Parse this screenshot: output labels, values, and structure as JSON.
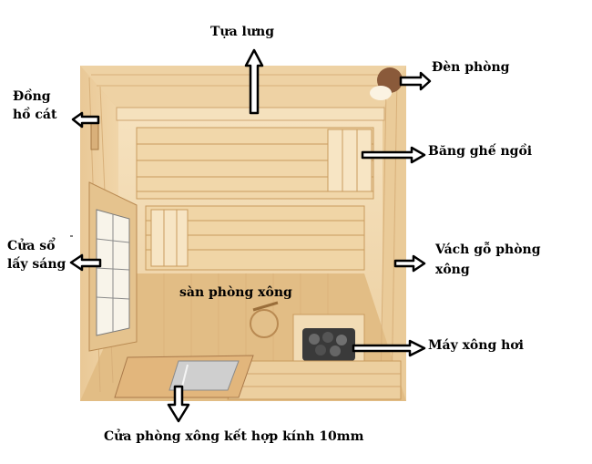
{
  "labels": {
    "backrest": "Tựa lưng",
    "room_light": "Đèn phòng",
    "hourglass_line1": "Đồng",
    "hourglass_line2": "hồ cát",
    "bench": "Băng ghế ngồi",
    "window_line1": "Cửa sổ",
    "window_line2": "lấy sáng",
    "wall_line1": "Vách gỗ phòng",
    "wall_line2": "xông",
    "floor": "sàn phòng xông",
    "heater": "Máy xông hơi",
    "door": "Cửa phòng xông kết hợp kính 10mm"
  },
  "colors": {
    "wood_light": "#f3dcb3",
    "wood_mid": "#e6c590",
    "wood_dark": "#c99b5e",
    "heater_dark": "#3a3a3a",
    "lamp": "#8a5a3a",
    "arrow": "#000000"
  }
}
